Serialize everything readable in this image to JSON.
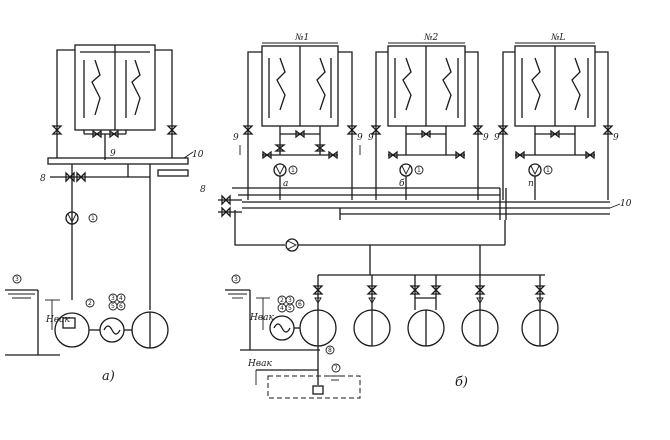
{
  "diagram_a": {
    "caption": "а)",
    "pipe_label_9": "9",
    "pipe_label_10": "10",
    "pipe_label_8": "8",
    "pump_marker": "1",
    "level_label": "Нвак",
    "gauge_labels": [
      "2",
      "3",
      "4",
      "5",
      "6"
    ],
    "water_level_marker": "3"
  },
  "diagram_b": {
    "caption": "б)",
    "unit_labels": [
      "№1",
      "№2",
      "№L"
    ],
    "side_labels": [
      "9",
      "9",
      "9",
      "9",
      "9",
      "9"
    ],
    "pipe_label_10": "10",
    "pipe_label_8": "8",
    "pump_tags": [
      "а",
      "б",
      "п"
    ],
    "pump_marker": "1",
    "level_label_top": "Нвак",
    "level_label_bottom": "Нвак",
    "gauge_labels": [
      "2",
      "3",
      "4",
      "5",
      "6"
    ],
    "water_level_marker": "3",
    "reservoir_marker": "7",
    "drain_marker": "8"
  },
  "colors": {
    "ink": "#1a1a1a",
    "paper": "#ffffff"
  }
}
